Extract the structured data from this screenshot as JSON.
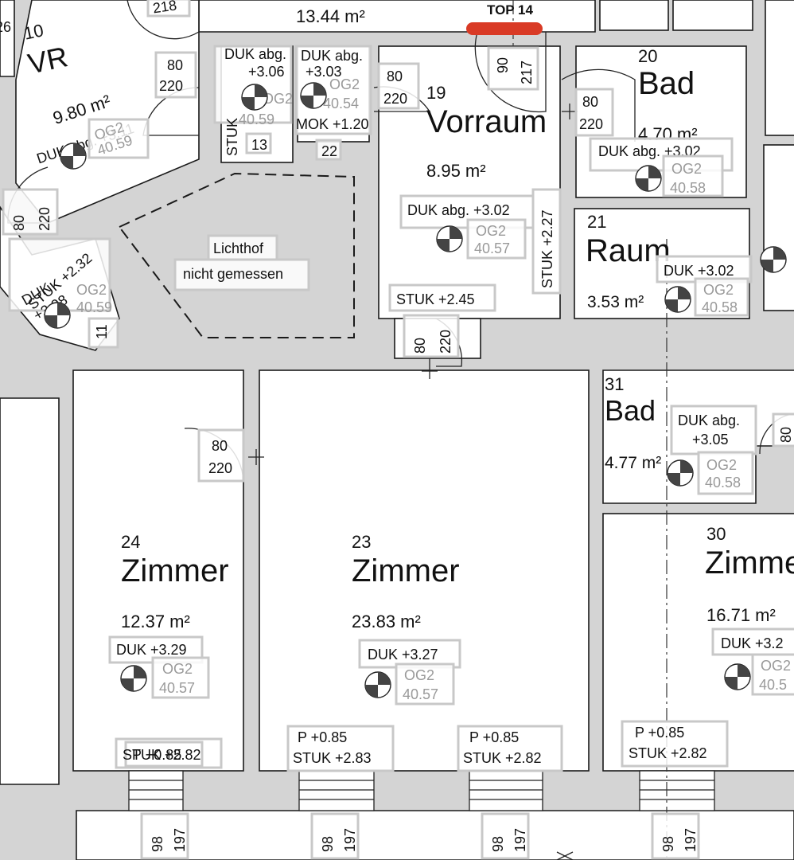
{
  "header": {
    "area_top": "13.44 m²",
    "top_label": "TOP 14",
    "top_marker_color": "#d93a25"
  },
  "rooms": {
    "vr": {
      "number": "10",
      "name": "VR",
      "area": "9.80 m²",
      "duk": "DUK abg. +3.11",
      "og": "OG2",
      "og_val": "40.59"
    },
    "vorraum": {
      "number": "19",
      "name": "Vorraum",
      "area": "8.95 m²",
      "duk": "DUK abg. +3.02",
      "og": "OG2",
      "og_val": "40.57",
      "stuk": "STUK +2.45",
      "stuk_side": "STUK +2.27"
    },
    "bad20": {
      "number": "20",
      "name": "Bad",
      "area": "4.70 m²",
      "duk": "DUK abg. +3.02",
      "og": "OG2",
      "og_val": "40.58"
    },
    "raum21": {
      "number": "21",
      "name": "Raum",
      "area": "3.53 m²",
      "duk": "DUK +3.02",
      "og": "OG2",
      "og_val": "40.58"
    },
    "bad31": {
      "number": "31",
      "name": "Bad",
      "area": "4.77 m²",
      "duk": "DUK abg.",
      "duk_val": "+3.05",
      "og": "OG2",
      "og_val": "40.58"
    },
    "zimmer24": {
      "number": "24",
      "name": "Zimmer",
      "area": "12.37 m²",
      "duk": "DUK +3.29",
      "og": "OG2",
      "og_val": "40.57",
      "p": "P +0.85",
      "stuk": "STUK +2.82"
    },
    "zimmer23": {
      "number": "23",
      "name": "Zimmer",
      "area": "23.83 m²",
      "duk": "DUK +3.27",
      "og": "OG2",
      "og_val": "40.57",
      "p1": "P +0.85",
      "stuk1": "STUK +2.83",
      "p2": "P +0.85",
      "stuk2": "STUK +2.82"
    },
    "zimmer30": {
      "number": "30",
      "name": "Zimme",
      "area": "16.71 m²",
      "duk": "DUK +3.2",
      "og": "OG2",
      "og_val": "40.5",
      "p": "P +0.85",
      "stuk": "STUK +2.82"
    }
  },
  "lichthof": {
    "line1": "Lichthof",
    "line2": "nicht gemessen"
  },
  "ducts": {
    "a": {
      "duk": "DUK abg.",
      "val": "+3.06",
      "og": "OG2",
      "og_val": "40.59",
      "stuk": "STUK",
      "num": "13"
    },
    "b": {
      "duk": "DUK abg.",
      "val": "+3.03",
      "og": "OG2",
      "og_val": "40.54",
      "mok": "MOK +1.20",
      "num": "22"
    },
    "c": {
      "stuk": "STUK +2.32",
      "duk": "DUK",
      "val": "+3.08",
      "og": "OG2",
      "og_val": "40.59",
      "num": "11"
    }
  },
  "doors": {
    "d1": {
      "w": "80",
      "h": "220"
    },
    "d2": {
      "w": "80",
      "h": "220"
    },
    "d_top": {
      "w": "90",
      "h": "217"
    },
    "d_bad": {
      "w": "80",
      "h": "220"
    },
    "d_vor": {
      "w": "80",
      "h": "220"
    },
    "d_z24": {
      "w": "80",
      "h": "220"
    },
    "d_vr": {
      "w": "80",
      "h": "220"
    },
    "d_31": {
      "w": "80"
    },
    "win1": {
      "w": "98",
      "h": "197"
    },
    "win2": {
      "w": "98",
      "h": "197"
    },
    "win3": {
      "w": "98",
      "h": "197"
    },
    "win4": {
      "w": "98",
      "h": "197"
    }
  },
  "edge": {
    "left_top": "26",
    "top_door": "218"
  }
}
